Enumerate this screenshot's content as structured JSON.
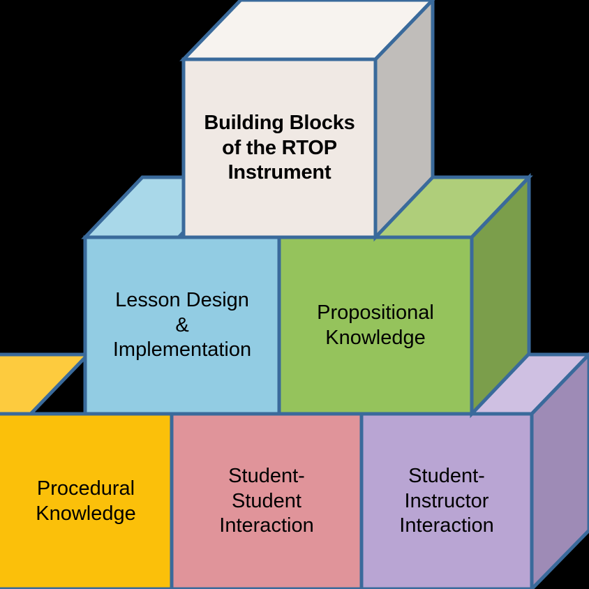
{
  "diagram": {
    "title_block": {
      "text": "Building Blocks\nof the RTOP\nInstrument",
      "name": "building-blocks-title-cube",
      "front_color": "#F0E9E4",
      "top_color": "#F7F3EF",
      "side_color": "#C0BDBA"
    },
    "middle_row": [
      {
        "text": "Lesson Design\n&\nImplementation",
        "name": "lesson-design-implementation-block",
        "front_color": "#92CCE3",
        "top_color": "#A9D8E9",
        "side_color": "#6FB4CF"
      },
      {
        "text": "Propositional\nKnowledge",
        "name": "propositional-knowledge-block",
        "front_color": "#95C35C",
        "top_color": "#AFCE7A",
        "side_color": "#7B9E4B"
      }
    ],
    "bottom_row": [
      {
        "text": "Procedural\nKnowledge",
        "name": "procedural-knowledge-block",
        "front_color": "#FBC00A",
        "top_color": "#FDCB3E",
        "side_color": "#D9A408"
      },
      {
        "text": "Student-\nStudent\nInteraction",
        "name": "student-student-interaction-block",
        "front_color": "#E0949A",
        "top_color": "#E9AEB2",
        "side_color": "#C97F85"
      },
      {
        "text": "Student-\nInstructor\nInteraction",
        "name": "student-instructor-interaction-block",
        "front_color": "#B9A5D3",
        "top_color": "#CFC0E2",
        "side_color": "#9E8BB6"
      }
    ],
    "stroke_color": "#3A6A9B",
    "background_color": "#000000"
  }
}
